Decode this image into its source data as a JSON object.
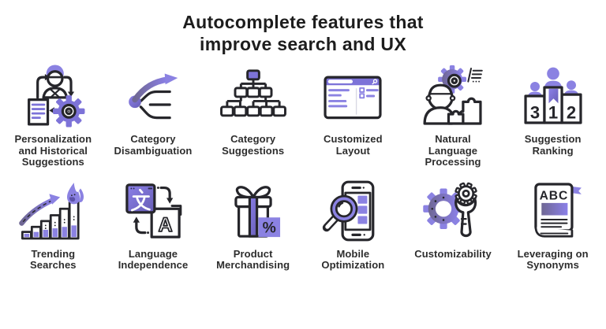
{
  "title": "Autocomplete features that\nimprove search and UX",
  "colors": {
    "accent": "#7d73d8",
    "accent_light": "#8b82e2",
    "accent_dark": "#5b51a9",
    "outline": "#26262b",
    "background": "#ffffff",
    "title_text": "#1d1d1d",
    "label_text": "#2d2d2d"
  },
  "features": [
    {
      "label": "Personalization\nand Historical\nSuggestions",
      "icon": "personalization-history-icon"
    },
    {
      "label": "Category\nDisambiguation",
      "icon": "branching-arrow-icon"
    },
    {
      "label": "Category\nSuggestions",
      "icon": "hierarchy-tree-icon"
    },
    {
      "label": "Customized\nLayout",
      "icon": "browser-layout-icon"
    },
    {
      "label": "Natural\nLanguage\nProcessing",
      "icon": "person-gear-puzzle-icon"
    },
    {
      "label": "Suggestion\nRanking",
      "icon": "podium-ranking-icon",
      "podium_numbers": [
        "3",
        "1",
        "2"
      ]
    },
    {
      "label": "Trending\nSearches",
      "icon": "rising-chart-flame-icon"
    },
    {
      "label": "Language\nIndependence",
      "icon": "translation-icon",
      "letter": "A"
    },
    {
      "label": "Product\nMerchandising",
      "icon": "gift-discount-icon",
      "tag_text": "%"
    },
    {
      "label": "Mobile\nOptimization",
      "icon": "phone-magnifier-icon"
    },
    {
      "label": "Customizability",
      "icon": "gear-wrench-icon"
    },
    {
      "label": "Leveraging on\nSynonyms",
      "icon": "dictionary-book-icon",
      "book_text": "ABC"
    }
  ]
}
